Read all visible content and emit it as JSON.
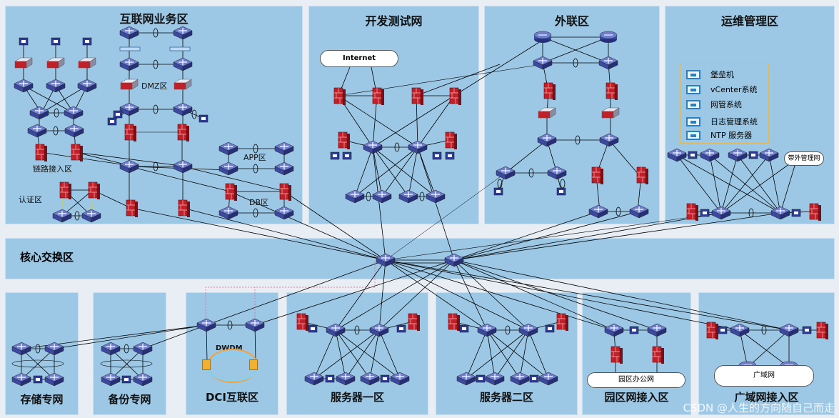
{
  "zones": {
    "internet_business": "互联网业务区",
    "dev_test": "开发测试网",
    "external": "外联区",
    "ops": "运维管理区",
    "core": "核心交换区",
    "storage": "存储专网",
    "backup": "备份专网",
    "dci": "DCI互联区",
    "server1": "服务器一区",
    "server2": "服务器二区",
    "campus_access": "园区网接入区",
    "wan_access": "广域网接入区"
  },
  "sub_labels": {
    "dmz": "DMZ区",
    "link_access": "链路接入区",
    "auth": "认证区",
    "app": "APP区",
    "db": "DB区",
    "dwdm": "DWDM",
    "oob": "带外管理网"
  },
  "clouds": {
    "internet": "Internet",
    "campus_office": "园区办公网",
    "wan": "广域网"
  },
  "ops_legend": [
    "堡垒机",
    "vCenter系统",
    "网管系统",
    "日志管理系统",
    "NTP 服务器"
  ],
  "watermark": "CSDN @人生的方向随自己而走",
  "colors": {
    "zone_bg": "#9cc8e6",
    "switch": "#3b4aa0",
    "firewall": "#c0202a",
    "link": "#000000",
    "dwdm_orange": "#f2a23a",
    "dwdm_blue": "#7fd3f7"
  }
}
